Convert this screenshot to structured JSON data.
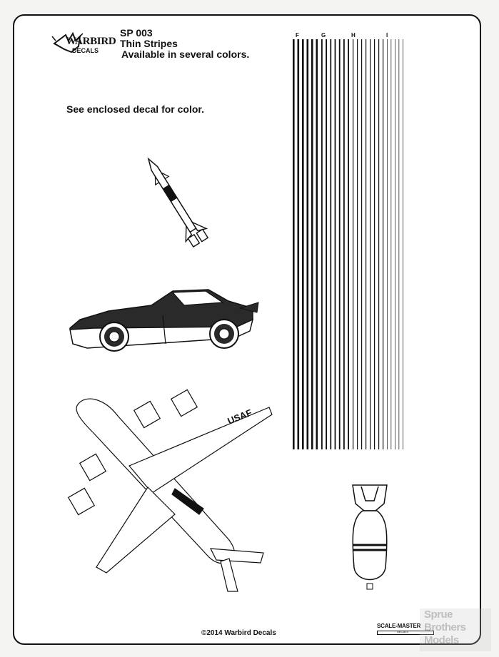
{
  "brand": {
    "word": "WARBIRD",
    "sub": "DECALS"
  },
  "product": {
    "code": "SP 003",
    "title": "Thin Stripes",
    "availability": "Available in several colors."
  },
  "note": "See enclosed decal for color.",
  "stripe_columns": [
    "F",
    "G",
    "H",
    "I"
  ],
  "aircraft_marking": "USAF",
  "copyright": "©2014 Warbird Decals",
  "scale_master": {
    "title": "SCALE-MASTER",
    "sub": "DECALS"
  },
  "watermark": [
    "Sprue",
    "Brothers",
    "Models"
  ],
  "colors": {
    "ink": "#111111",
    "paper": "#ffffff",
    "background": "#f4f4f2"
  }
}
